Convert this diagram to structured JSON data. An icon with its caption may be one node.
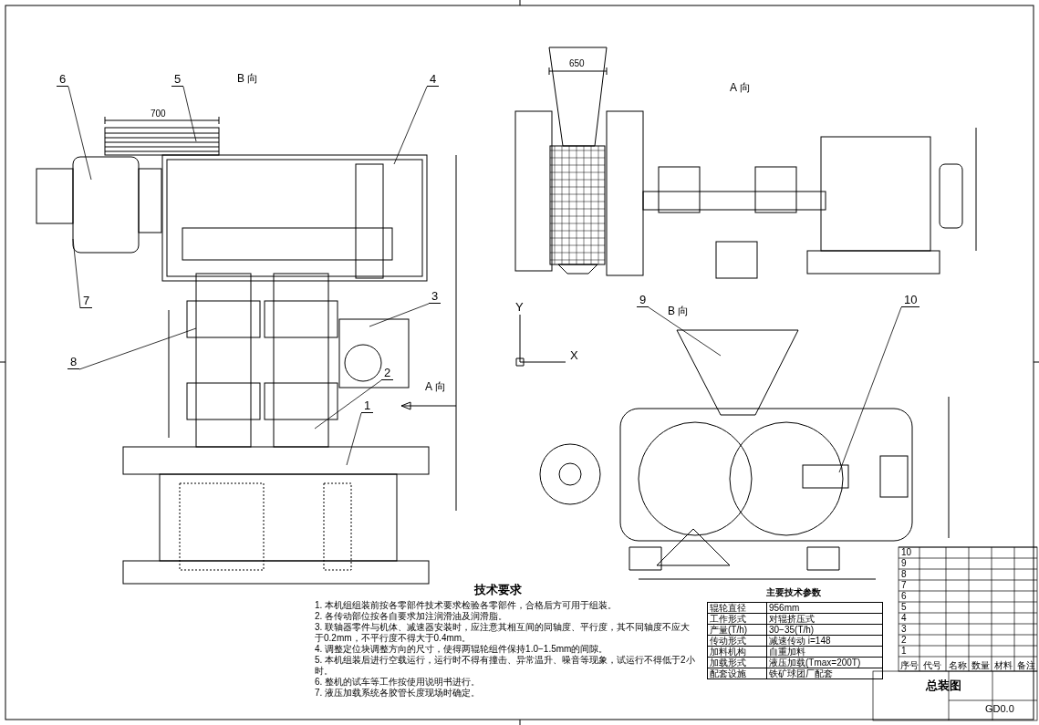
{
  "diagram": {
    "nodes": [
      {
        "text": [
          "6"
        ]
      },
      {
        "text": [
          "5"
        ]
      },
      {
        "text": [
          "4"
        ]
      },
      {
        "text": [
          "3"
        ]
      },
      {
        "text": [
          "9"
        ]
      },
      {
        "text": [
          "10"
        ]
      },
      {
        "text": [
          "7"
        ]
      },
      {
        "text": [
          "8"
        ]
      },
      {
        "text": [
          "2"
        ]
      },
      {
        "text": [
          "1"
        ]
      }
    ],
    "edges": [
      {
        "from": 0,
        "to": null,
        "arrow": "none"
      },
      {
        "from": 1,
        "to": null,
        "arrow": "none"
      },
      {
        "from": 2,
        "to": null,
        "arrow": "none"
      },
      {
        "from": 3,
        "to": null,
        "arrow": "none"
      },
      {
        "from": 4,
        "to": null,
        "arrow": "none"
      },
      {
        "from": 5,
        "to": null,
        "arrow": "none"
      },
      {
        "from": 6,
        "to": null,
        "arrow": "none"
      },
      {
        "from": 7,
        "to": null,
        "arrow": "none"
      },
      {
        "from": 8,
        "to": null,
        "arrow": "none"
      },
      {
        "from": 9,
        "to": null,
        "arrow": "none"
      }
    ],
    "labels": [
      "B 向",
      "A 向",
      "Y",
      "X",
      "B 向",
      "A 向",
      "技术要求",
      "1. 本机组组装前按各零部件技术要求检验各零部件，合格后方可用于组装。",
      "2. 各传动部位按各自要求加注润滑油及润滑脂。",
      "3. 联轴器零件与机体、减速器安装时，应注意其相互间的同轴度、平行度，其不同轴度不应大于0.2mm，不平行度不得大于0.4mm。",
      "4. 调整定位块调整方向的尺寸，使得两辊轮组件保持1.0−1.5mm的间隙。",
      "5. 本机组装后进行空载运行，运行时不得有撞击、异常温升、噪音等现象，试运行不得低于2小时。",
      "6. 整机的试车等工作按使用说明书进行。",
      "7. 液压加载系统各胶管长度现场时确定。",
      "主要技术参数",
      "辊轮直径",
      "956mm",
      "工作形式",
      "对辊挤压式",
      "产量(T/h)",
      "30−35(T/h)",
      "传动形式",
      "减速传动 i=148",
      "加料机构",
      "自重加料",
      "加载形式",
      "液压加载(Tmax=200T)",
      "配套设施",
      "铁矿球团厂配套",
      "10",
      "9",
      "8",
      "7",
      "6",
      "5",
      "4",
      "3",
      "2",
      "1",
      "序号",
      "代号",
      "名称",
      "数量",
      "材料",
      "备注",
      "总装图",
      "GD0.0",
      "700",
      "650"
    ]
  }
}
